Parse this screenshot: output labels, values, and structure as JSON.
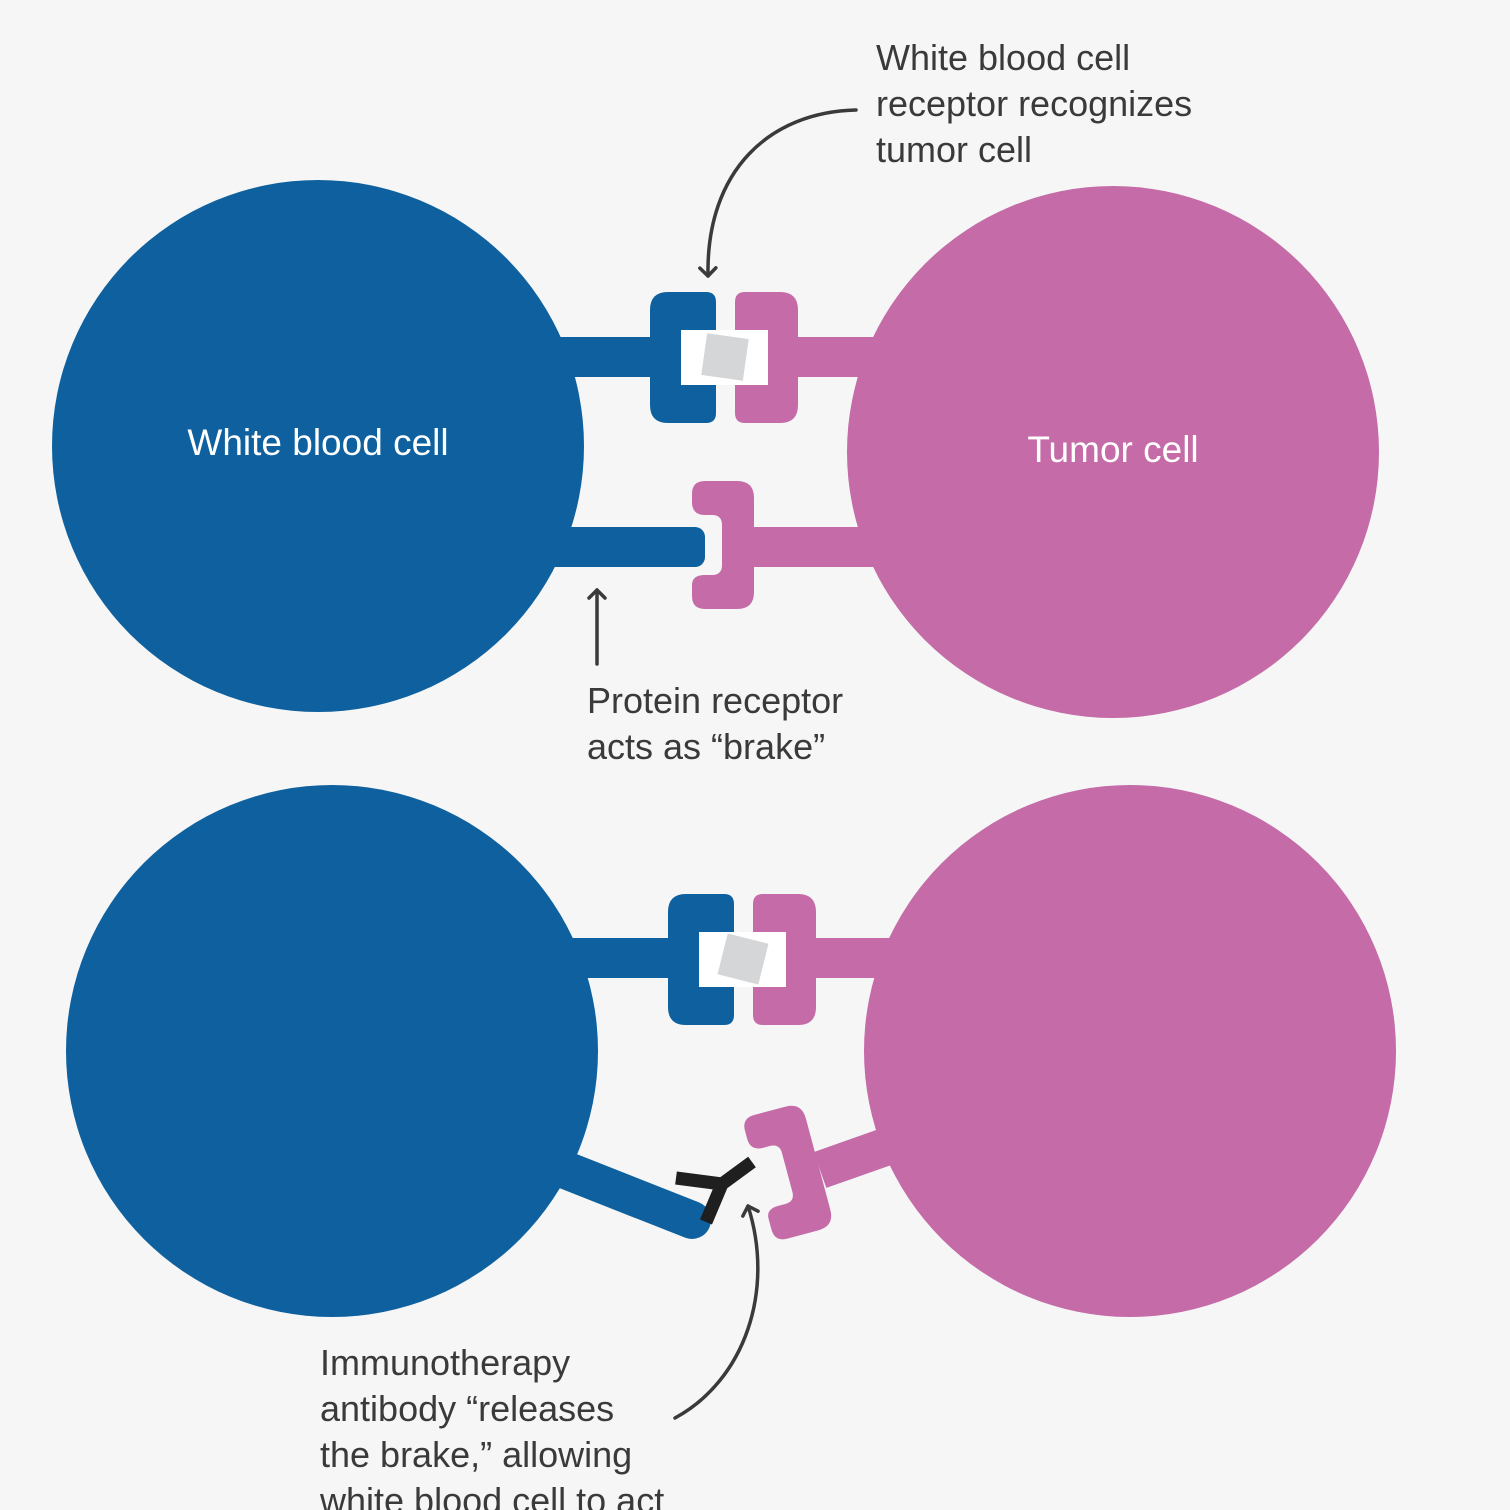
{
  "colors": {
    "background": "#f6f6f7",
    "white_blood_cell": "#0e619e",
    "tumor_cell": "#c46ba8",
    "antigen": "#d5d6d8",
    "antibody": "#1f1f1f",
    "annotation_text": "#3a3a3a"
  },
  "top_panel": {
    "white_blood_cell_label": "White blood cell",
    "tumor_cell_label": "Tumor cell",
    "receptor_annotation": [
      "White blood cell",
      "receptor recognizes",
      "tumor cell"
    ],
    "brake_annotation": [
      "Protein receptor",
      "acts as “brake”"
    ]
  },
  "bottom_panel": {
    "antibody_annotation": [
      "Immunotherapy",
      "antibody “releases",
      "the brake,” allowing",
      "white blood cell to act"
    ]
  },
  "icons": [
    "arrow-icon",
    "antibody-icon",
    "antigen-icon"
  ]
}
